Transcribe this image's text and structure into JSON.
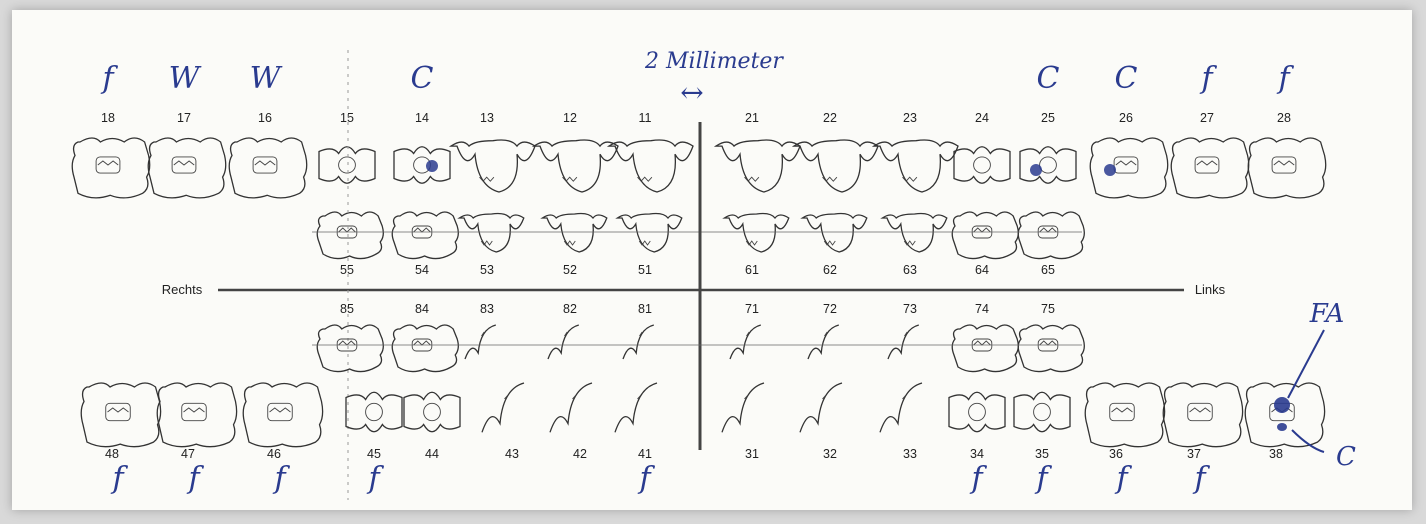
{
  "chart": {
    "side_labels": {
      "right": "Rechts",
      "left": "Links"
    },
    "annotation_top": "2 Millimeter",
    "annotation_arrow": "↔",
    "upper_permanent": [
      {
        "number": "18",
        "mark": "f"
      },
      {
        "number": "17",
        "mark": "W"
      },
      {
        "number": "16",
        "mark": "W"
      },
      {
        "number": "15",
        "mark": ""
      },
      {
        "number": "14",
        "mark": "C"
      },
      {
        "number": "13",
        "mark": ""
      },
      {
        "number": "12",
        "mark": ""
      },
      {
        "number": "11",
        "mark": ""
      },
      {
        "number": "21",
        "mark": ""
      },
      {
        "number": "22",
        "mark": ""
      },
      {
        "number": "23",
        "mark": ""
      },
      {
        "number": "24",
        "mark": ""
      },
      {
        "number": "25",
        "mark": "C"
      },
      {
        "number": "26",
        "mark": "C"
      },
      {
        "number": "27",
        "mark": "f"
      },
      {
        "number": "28",
        "mark": "f"
      }
    ],
    "upper_primary": [
      "55",
      "54",
      "53",
      "52",
      "51",
      "61",
      "62",
      "63",
      "64",
      "65"
    ],
    "lower_primary": [
      "85",
      "84",
      "83",
      "82",
      "81",
      "71",
      "72",
      "73",
      "74",
      "75"
    ],
    "lower_permanent": [
      {
        "number": "48",
        "mark": "f"
      },
      {
        "number": "47",
        "mark": "f"
      },
      {
        "number": "46",
        "mark": "f"
      },
      {
        "number": "45",
        "mark": "f"
      },
      {
        "number": "44",
        "mark": ""
      },
      {
        "number": "43",
        "mark": ""
      },
      {
        "number": "42",
        "mark": ""
      },
      {
        "number": "41",
        "mark": "f"
      },
      {
        "number": "31",
        "mark": ""
      },
      {
        "number": "32",
        "mark": ""
      },
      {
        "number": "33",
        "mark": ""
      },
      {
        "number": "34",
        "mark": "f"
      },
      {
        "number": "35",
        "mark": "f"
      },
      {
        "number": "36",
        "mark": "f"
      },
      {
        "number": "37",
        "mark": "f"
      },
      {
        "number": "38",
        "mark": ""
      }
    ],
    "tooth_38_annotations": {
      "fa": "FA",
      "c": "C"
    },
    "ink_color": "#2a3b8f"
  }
}
